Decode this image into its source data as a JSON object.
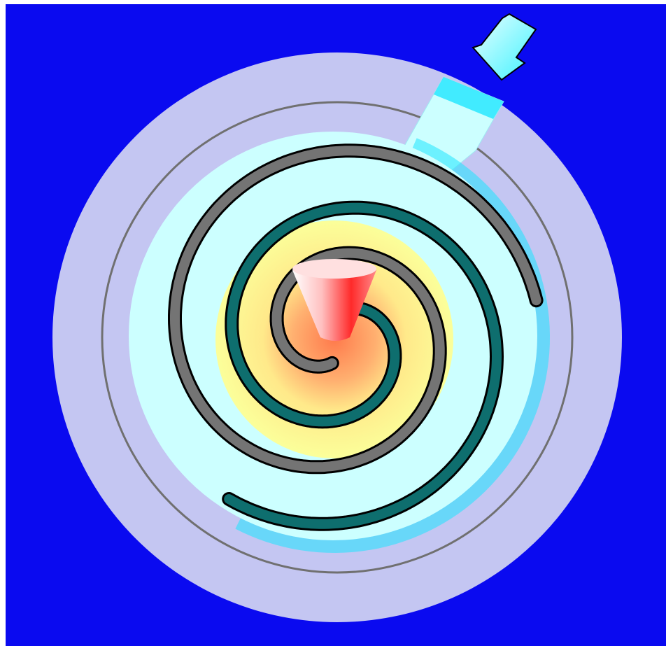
{
  "diagram": {
    "subject": "scroll-compressor-top-view",
    "colors": {
      "background": "#0a0af0",
      "frame": "#ffffff",
      "housing": "#c4c6f2",
      "housing_line": "#707070",
      "fixed_scroll": "#747474",
      "orbiting_scroll": "#0e6e6e",
      "scroll_outline": "#000000",
      "suction_gas": "#ccffff",
      "intake_channel": "#1ee6ff",
      "compressed_gas": "#fbff9a",
      "discharge_gas": "#ff7a4c",
      "discharge_port": "#ff2a2a",
      "inflow_arrow": "#55ffff"
    },
    "parts": [
      "inflow-arrow",
      "suction-inlet",
      "housing",
      "fixed-scroll",
      "orbiting-scroll",
      "compression-pockets",
      "discharge-port"
    ]
  }
}
